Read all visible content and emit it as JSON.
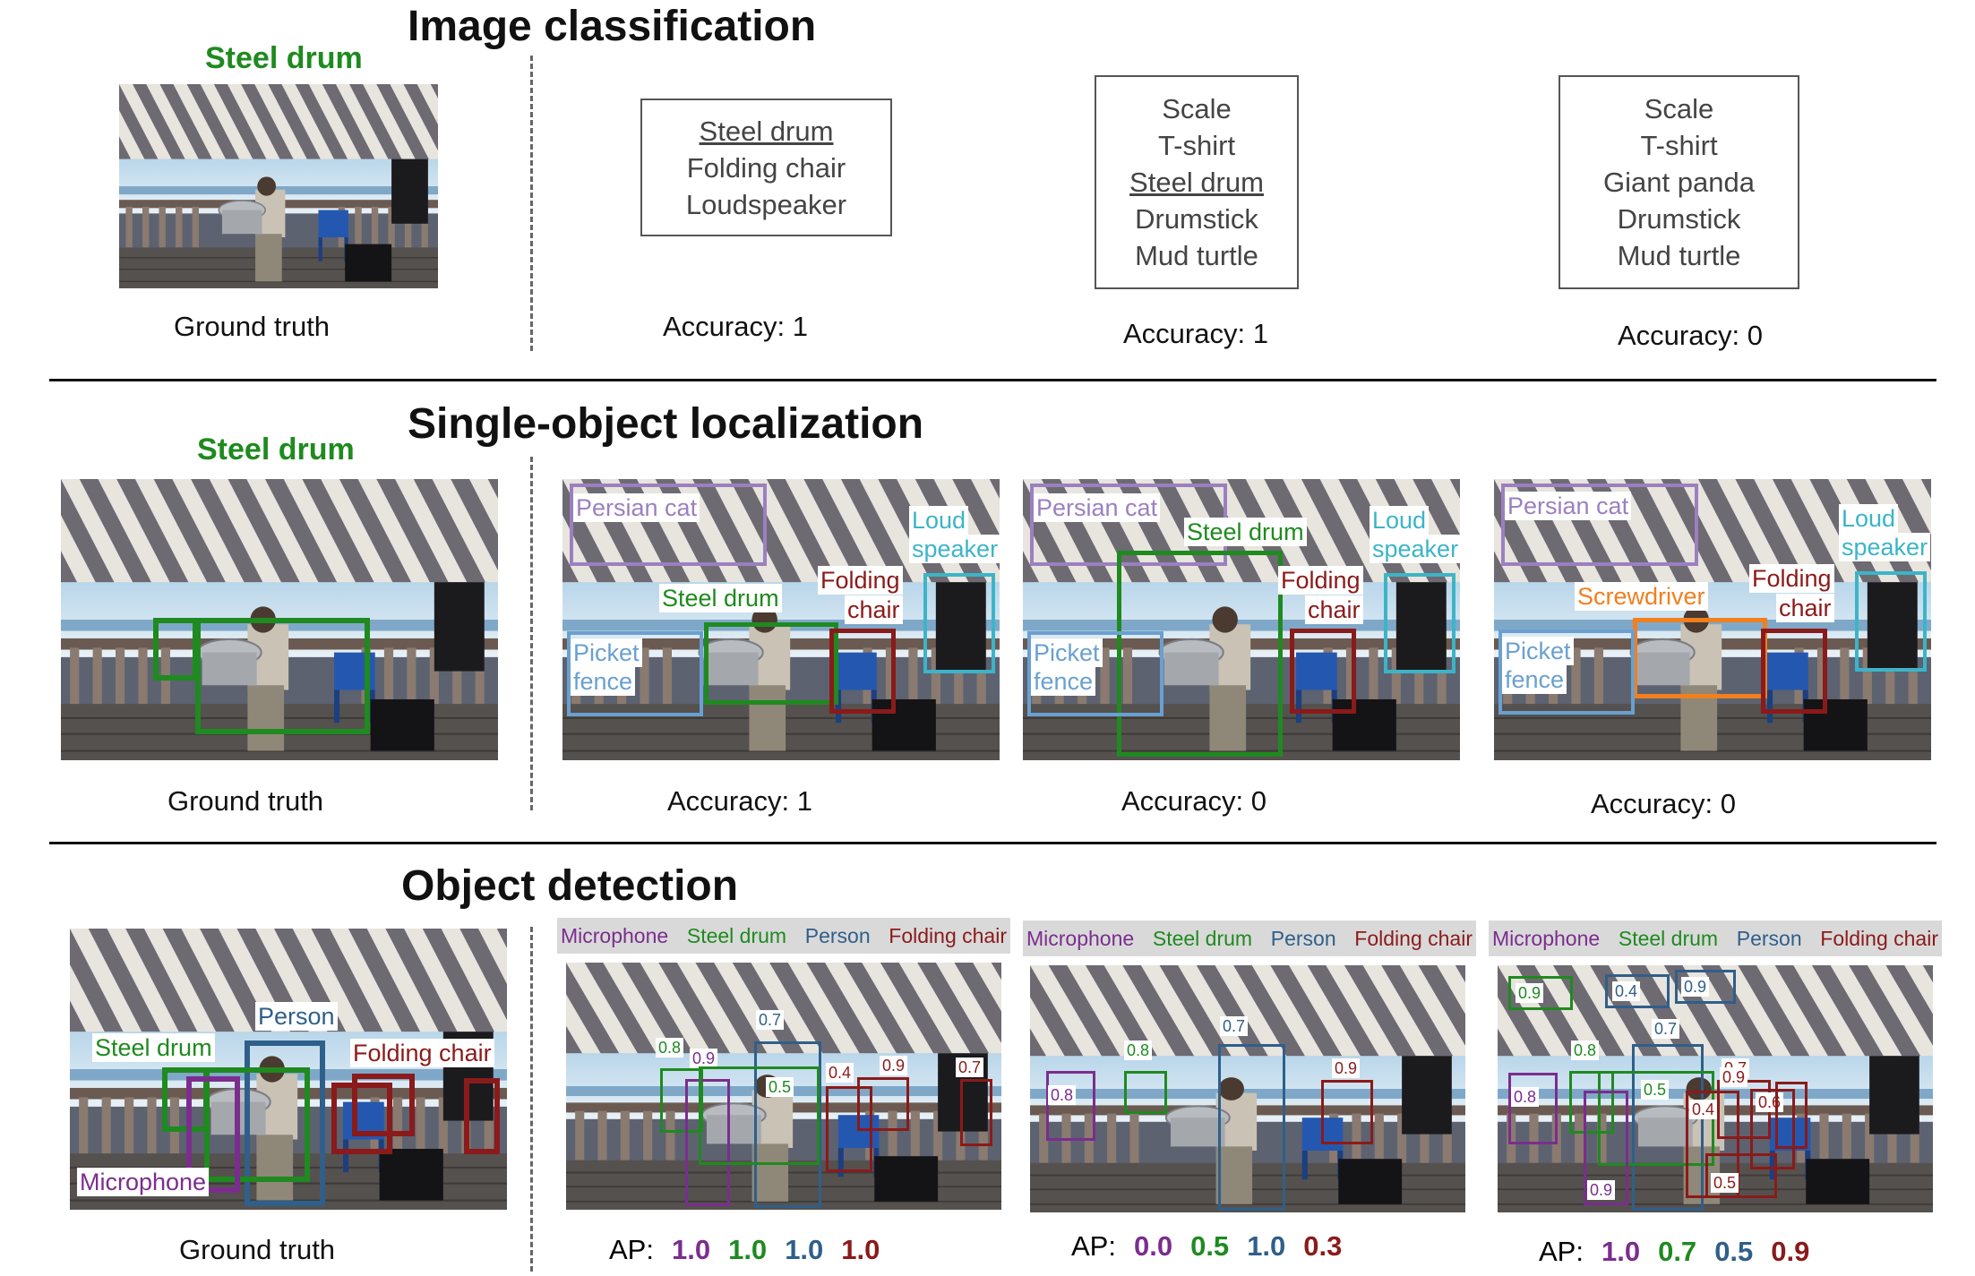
{
  "colors": {
    "steel_drum": "#1f8a1f",
    "person": "#2f5f8a",
    "folding_chair": "#8b1a1a",
    "microphone": "#7b2d8e",
    "persian_cat": "#9b80c0",
    "loudspeaker": "#3cb4c8",
    "picket_fence": "#6aa0d0",
    "screwdriver": "#f07f1e"
  },
  "sections": {
    "classification": {
      "title": "Image classification",
      "gt_label": "Steel drum",
      "gt_caption": "Ground truth",
      "predictions": [
        {
          "labels": [
            "Steel drum",
            "Folding chair",
            "Loudspeaker"
          ],
          "underlined": [
            0
          ],
          "accuracy": "Accuracy: 1"
        },
        {
          "labels": [
            "Scale",
            "T-shirt",
            "Steel drum",
            "Drumstick",
            "Mud turtle"
          ],
          "underlined": [
            2
          ],
          "accuracy": "Accuracy: 1"
        },
        {
          "labels": [
            "Scale",
            "T-shirt",
            "Giant panda",
            "Drumstick",
            "Mud turtle"
          ],
          "underlined": [],
          "accuracy": "Accuracy: 0"
        }
      ]
    },
    "localization": {
      "title": "Single-object localization",
      "gt_label": "Steel drum",
      "gt_caption": "Ground truth",
      "box_labels": {
        "persian_cat": "Persian cat",
        "loud": "Loud",
        "speaker": "speaker",
        "steel_drum": "Steel drum",
        "folding": "Folding",
        "chair": "chair",
        "picket": "Picket",
        "fence": "fence",
        "screwdriver": "Screwdriver"
      },
      "accuracies": [
        "Accuracy: 1",
        "Accuracy: 0",
        "Accuracy: 0"
      ]
    },
    "detection": {
      "title": "Object detection",
      "gt_caption": "Ground truth",
      "gt_labels": {
        "person": "Person",
        "steel_drum": "Steel drum",
        "folding_chair": "Folding chair",
        "microphone": "Microphone"
      },
      "legend": [
        "Microphone",
        "Steel drum",
        "Person",
        "Folding chair"
      ],
      "ap_label": "AP:",
      "scores": {
        "p1": [
          "0.7",
          "0.8",
          "0.9",
          "0.5",
          "0.4",
          "0.9",
          "0.7"
        ],
        "p2": [
          "0.7",
          "0.8",
          "0.8",
          "0.9"
        ],
        "p3": [
          "0.9",
          "0.4",
          "0.9",
          "0.7",
          "0.8",
          "0.8",
          "0.5",
          "0.9",
          "0.7",
          "0.4",
          "0.6",
          "0.9",
          "0.5"
        ]
      },
      "ap_values": [
        [
          "1.0",
          "1.0",
          "1.0",
          "1.0"
        ],
        [
          "0.0",
          "0.5",
          "1.0",
          "0.3"
        ],
        [
          "1.0",
          "0.7",
          "0.5",
          "0.9"
        ]
      ]
    }
  }
}
